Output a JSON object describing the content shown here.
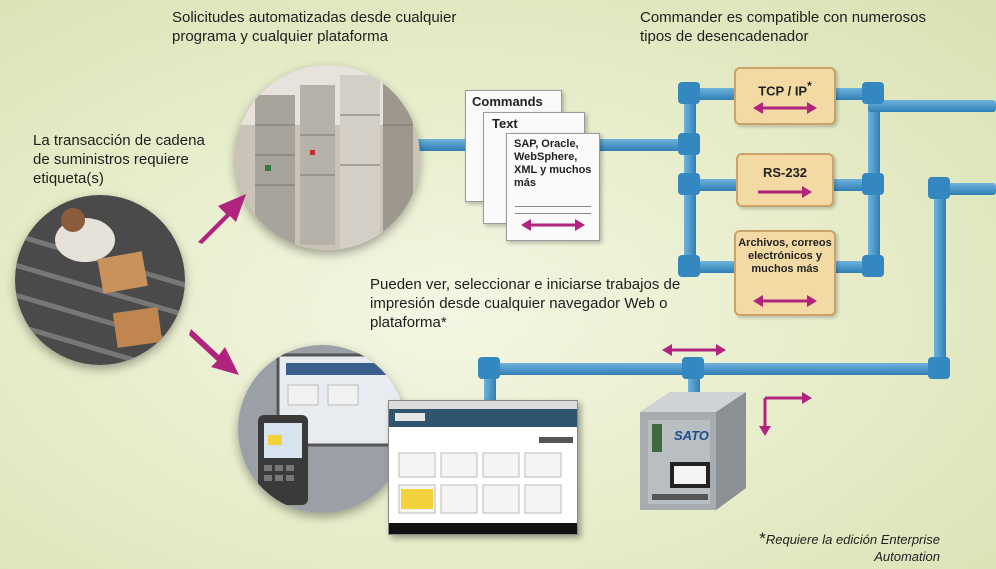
{
  "captions": {
    "top_left": "Solicitudes automatizadas desde cualquier programa y cualquier plataforma",
    "top_right": "Commander es compatible con numerosos tipos de desencadenador",
    "left": "La transacción de cadena de suministros requiere etiqueta(s)",
    "middle": "Pueden ver, seleccionar e iniciarse trabajos de impresión desde cualquier navegador Web o plataforma*"
  },
  "documents": {
    "back_title": "Commands",
    "mid_title": "Text",
    "front_text": "SAP, Oracle, WebSphere, XML y muchos más"
  },
  "triggers": [
    {
      "label": "TCP / IP",
      "mark": "*"
    },
    {
      "label": "RS-232"
    },
    {
      "label": "Archivos, correos electrónicos y muchos más"
    }
  ],
  "printer_brand": "SATO",
  "footnote": {
    "mark": "*",
    "text": "Requiere la edición Enterprise Automation"
  },
  "colors": {
    "pipe": "#3587bf",
    "arrow": "#b0247e",
    "trigger_fill": "#f3d9a4"
  }
}
